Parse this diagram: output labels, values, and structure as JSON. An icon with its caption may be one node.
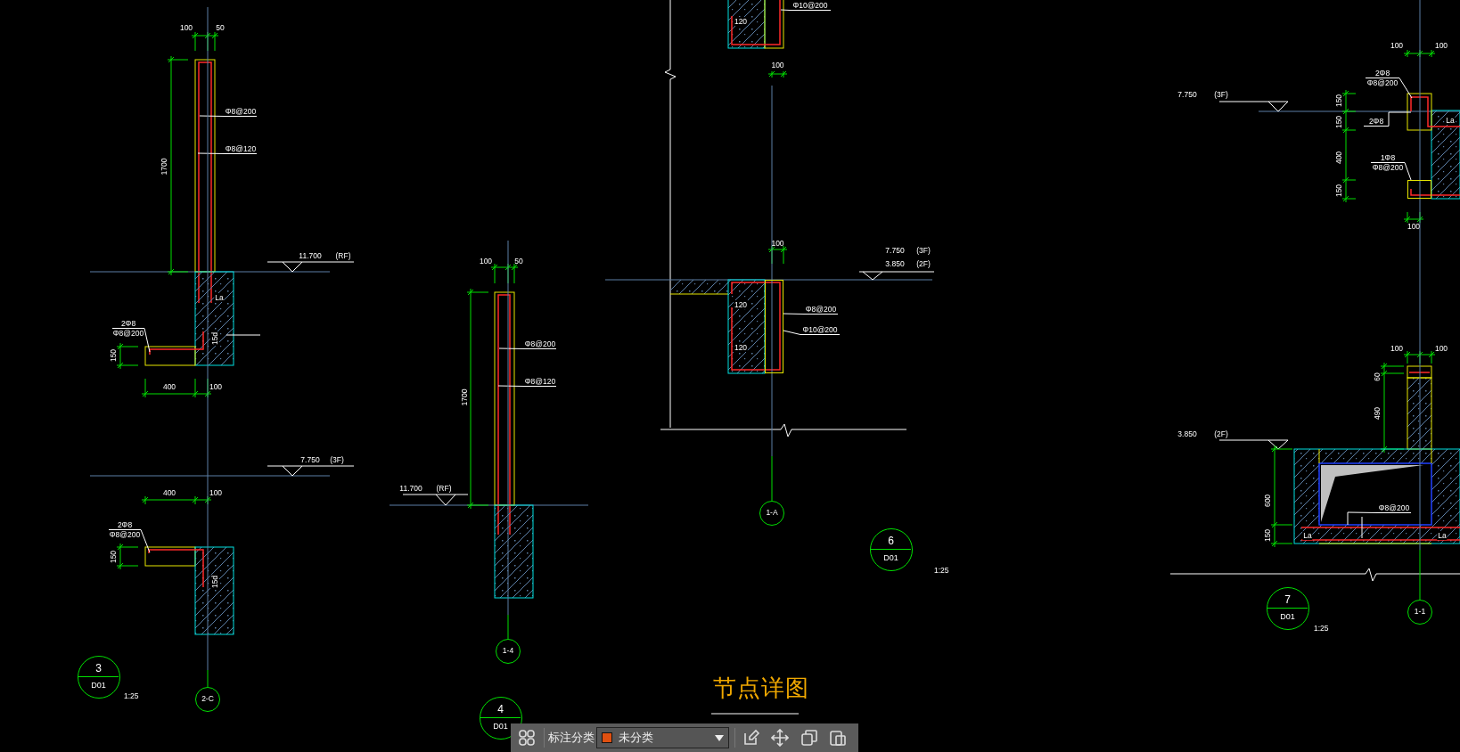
{
  "diagram": {
    "title": "节点详图",
    "nodes": [
      {
        "text": [
          "Φ8@200"
        ]
      },
      {
        "text": [
          "Φ8@120"
        ]
      },
      {
        "text": [
          "2Φ8",
          "Φ8@200"
        ]
      },
      {
        "text": [
          "2Φ8",
          "Φ8@200"
        ]
      },
      {
        "text": [
          "3",
          "D01"
        ],
        "beside": [
          "1:25"
        ]
      },
      {
        "text": [
          "2-C"
        ]
      },
      {
        "text": [
          "Φ8@200"
        ]
      },
      {
        "text": [
          "Φ8@120"
        ]
      },
      {
        "text": [
          "1-4"
        ]
      },
      {
        "text": [
          "4",
          "D01"
        ]
      },
      {
        "text": [
          "Φ10@200"
        ]
      },
      {
        "text": [
          "Φ8@200"
        ]
      },
      {
        "text": [
          "Φ10@200"
        ]
      },
      {
        "text": [
          "1-A"
        ]
      },
      {
        "text": [
          "6",
          "D01"
        ],
        "beside": [
          "1:25"
        ]
      },
      {
        "text": [
          "2Φ8",
          "Φ8@200"
        ]
      },
      {
        "text": [
          "2Φ8"
        ]
      },
      {
        "text": [
          "1Φ8",
          "Φ8@200"
        ]
      },
      {
        "text": [
          "Φ8@200"
        ]
      },
      {
        "text": [
          "7",
          "D01"
        ],
        "beside": [
          "1:25"
        ]
      },
      {
        "text": [
          "1-1"
        ]
      },
      {
        "text": [],
        "shape": "box"
      },
      {
        "text": [],
        "shape": "box"
      }
    ],
    "edges": [
      {
        "from": 0,
        "to": null,
        "arrow": "none"
      },
      {
        "from": 1,
        "to": null,
        "arrow": "none"
      },
      {
        "from": 2,
        "to": null,
        "arrow": "none"
      },
      {
        "from": 3,
        "to": null,
        "arrow": "none"
      },
      {
        "from": null,
        "to": 5,
        "arrow": "none"
      },
      {
        "from": 6,
        "to": null,
        "arrow": "none"
      },
      {
        "from": 7,
        "to": null,
        "arrow": "none"
      },
      {
        "from": null,
        "to": 8,
        "arrow": "none"
      },
      {
        "from": 10,
        "to": null,
        "arrow": "none"
      },
      {
        "from": 11,
        "to": 21,
        "arrow": "none"
      },
      {
        "from": 12,
        "to": 21,
        "arrow": "none"
      },
      {
        "from": null,
        "to": 13,
        "arrow": "none"
      },
      {
        "from": 15,
        "to": null,
        "arrow": "none"
      },
      {
        "from": 16,
        "to": null,
        "arrow": "none"
      },
      {
        "from": 17,
        "to": 22,
        "arrow": "none"
      },
      {
        "from": 18,
        "to": null,
        "arrow": "none"
      },
      {
        "from": null,
        "to": 20,
        "arrow": "none"
      }
    ],
    "labels": [
      "100",
      "50",
      "1700",
      "11.700",
      "(RF)",
      "La",
      "15d",
      "150",
      "400",
      "100",
      "7.750",
      "(3F)",
      "400",
      "100",
      "15d",
      "150",
      "100",
      "50",
      "1700",
      "11.700",
      "(RF)",
      "120",
      "100",
      "100",
      "7.750",
      "(3F)",
      "3.850",
      "(2F)",
      "120",
      "120",
      "100",
      "100",
      "7.750",
      "(3F)",
      "150",
      "150",
      "400",
      "150",
      "La",
      "100",
      "100",
      "100",
      "60",
      "490",
      "3.850",
      "(2F)",
      "600",
      "150",
      "La",
      "La",
      "标注分类",
      "未分类"
    ]
  }
}
